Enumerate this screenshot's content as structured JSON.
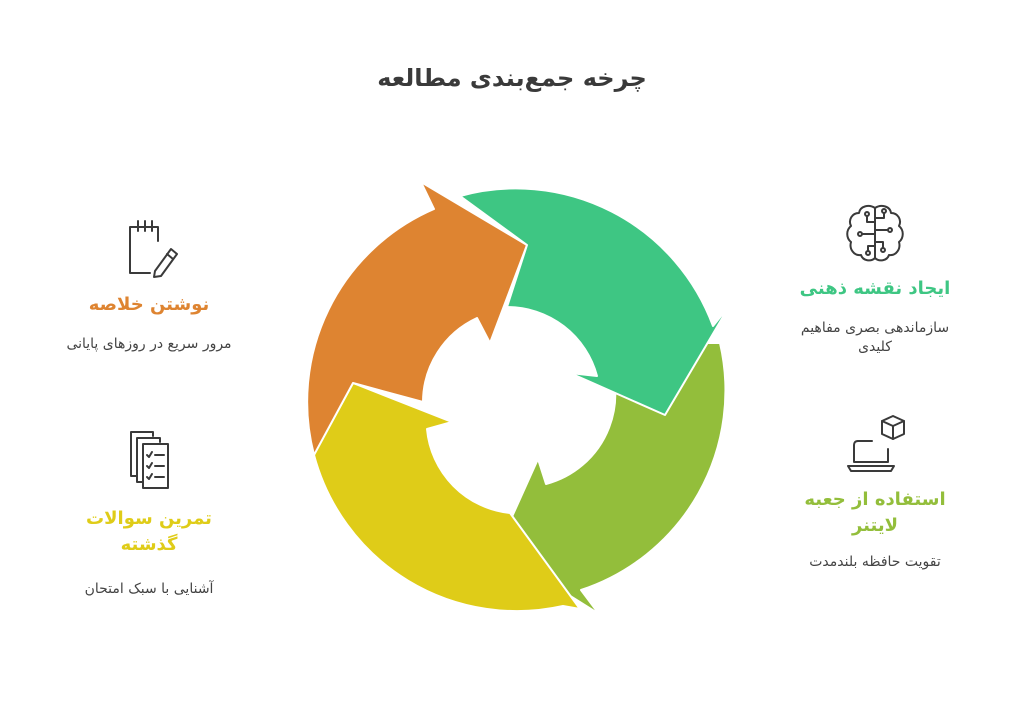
{
  "title": "چرخه جمع‌بندی مطالعه",
  "colors": {
    "green": "#3ec683",
    "lime": "#93be3b",
    "yellow": "#dfcc18",
    "orange": "#de8431"
  },
  "steps": [
    {
      "heading": "ایجاد نقشه ذهنی",
      "description": "سازماندهی بصری مفاهیم کلیدی",
      "color": "#3ec683",
      "icon": "brain-circuit-icon"
    },
    {
      "heading": "استفاده از جعبه لایتنر",
      "description": "تقویت حافظه بلندمدت",
      "color": "#93be3b",
      "icon": "box-laptop-icon"
    },
    {
      "heading": "تمرین سوالات گذشته",
      "description": "آشنایی با سبک امتحان",
      "color": "#dfcc18",
      "icon": "stacked-checklists-icon"
    },
    {
      "heading": "نوشتن خلاصه",
      "description": "مرور سریع در روزهای پایانی",
      "color": "#de8431",
      "icon": "notepad-pencil-icon"
    }
  ]
}
